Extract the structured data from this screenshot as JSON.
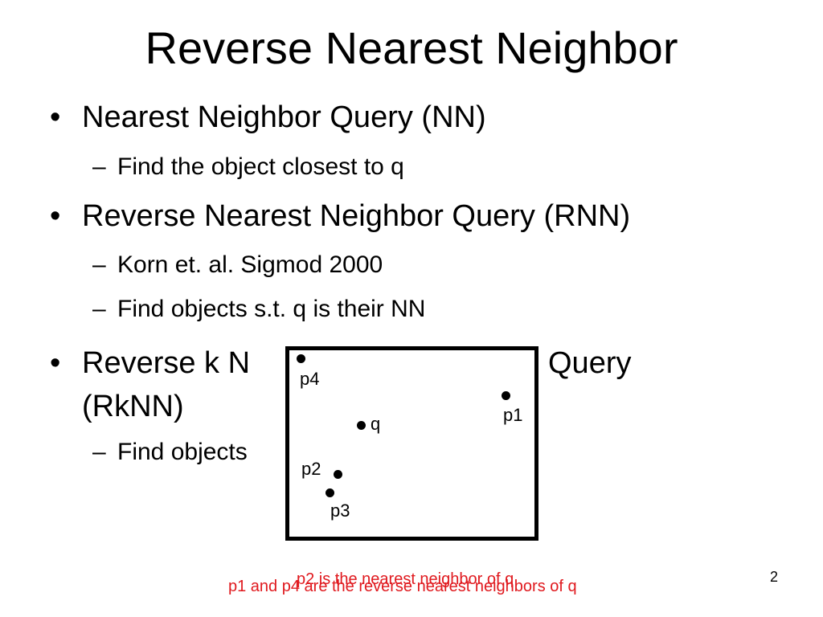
{
  "slide": {
    "title": "Reverse Nearest Neighbor",
    "bullets": [
      {
        "text": "Nearest Neighbor Query (NN)",
        "subs": [
          "Find the object  closest to q"
        ]
      },
      {
        "text": "Reverse Nearest Neighbor Query (RNN)",
        "subs": [
          "Korn et. al. Sigmod 2000",
          "Find objects s.t. q is their NN"
        ]
      },
      {
        "text_line1": "Reverse k N",
        "text_line1_end": "Query",
        "text_line2": "(RkNN)",
        "subs": [
          "Find objects"
        ]
      }
    ],
    "bullet_char": "•",
    "dash": "–",
    "figure": {
      "points": [
        {
          "label": "p4"
        },
        {
          "label": "q"
        },
        {
          "label": "p1"
        },
        {
          "label": "p2"
        },
        {
          "label": "p3"
        }
      ]
    },
    "captions": {
      "nearest": "p2 is the nearest neighbor of q",
      "reverse": "p1 and p4 are the reverse nearest neighbors of q",
      "color": "#e0191e"
    },
    "page_number": "2"
  }
}
